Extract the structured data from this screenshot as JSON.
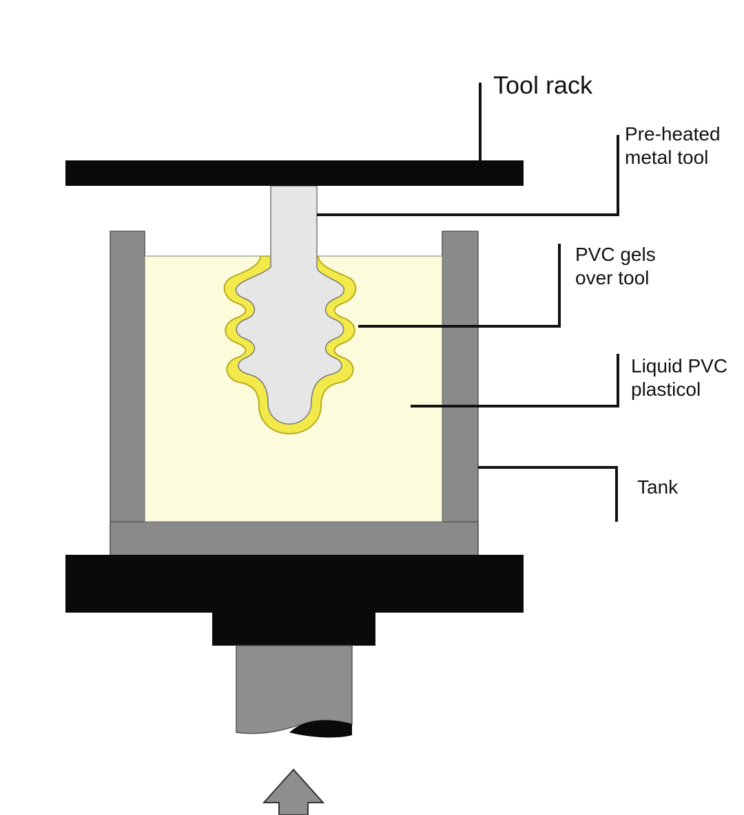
{
  "labels": {
    "tool_rack": "Tool rack",
    "preheated_line1": "Pre-heated",
    "preheated_line2": "metal tool",
    "gels_line1": "PVC gels",
    "gels_line2": "over tool",
    "liquid_line1": "Liquid PVC",
    "liquid_line2": "plasticol",
    "tank": "Tank"
  },
  "colors": {
    "rack": "#0a0a0a",
    "tank_wall": "#8a8a8a",
    "liquid": "#fcfcdc",
    "metal_tool": "#e6e6e6",
    "gel_fill": "#f2e94a",
    "gel_edge": "#b8ab22",
    "base": "#0a0a0a",
    "piston": "#8e8e8e",
    "arrow": "#8e8e8e",
    "leader_lines": "#111111"
  },
  "icons": {
    "push_arrow": "up-arrow-icon"
  }
}
